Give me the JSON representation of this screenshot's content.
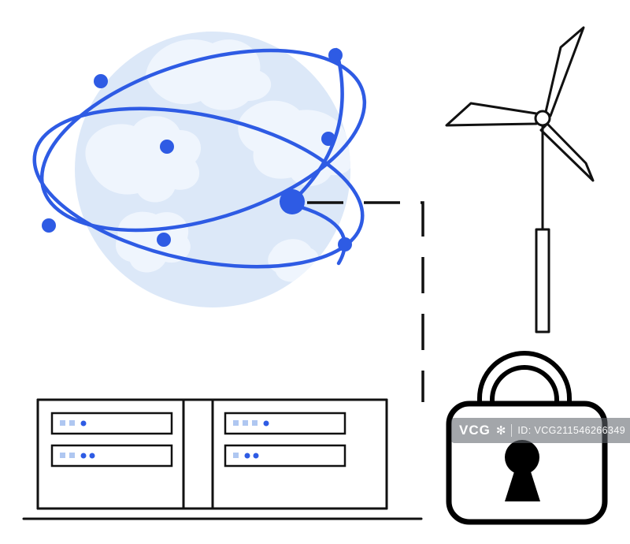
{
  "illustration": {
    "elements": [
      "globe-network-illustration",
      "wind-turbine-illustration",
      "server-racks-illustration",
      "padlock-illustration",
      "dashed-connector"
    ]
  },
  "colors": {
    "accent-blue": "#2E5BE4",
    "light-blue": "#AFC7F1",
    "globe-ocean": "#DCE8F8",
    "globe-land": "#EFF5FD",
    "outline": "#111111",
    "background": "#FFFFFF"
  },
  "watermark": {
    "brand": "VCG",
    "logo_glyph": "✻",
    "id_text": "ID: VCG211546266349"
  }
}
